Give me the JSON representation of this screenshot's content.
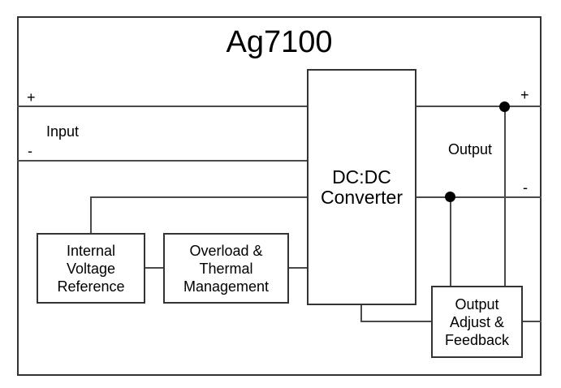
{
  "colors": {
    "background": "#ffffff",
    "wire": "#4a4a4a",
    "block_border": "#333333",
    "text": "#000000",
    "junction_dot": "#000000"
  },
  "diagram": {
    "title": "Ag7100",
    "input": {
      "plus": "+",
      "minus": "-",
      "label": "Input"
    },
    "output": {
      "plus": "+",
      "minus": "-",
      "label": "Output"
    },
    "blocks": {
      "dcdc": {
        "label": "DC:DC\nConverter"
      },
      "ivr": {
        "label": "Internal\nVoltage\nReference"
      },
      "otm": {
        "label": "Overload &\nThermal\nManagement"
      },
      "oaf": {
        "label": "Output\nAdjust &\nFeedback"
      }
    }
  }
}
